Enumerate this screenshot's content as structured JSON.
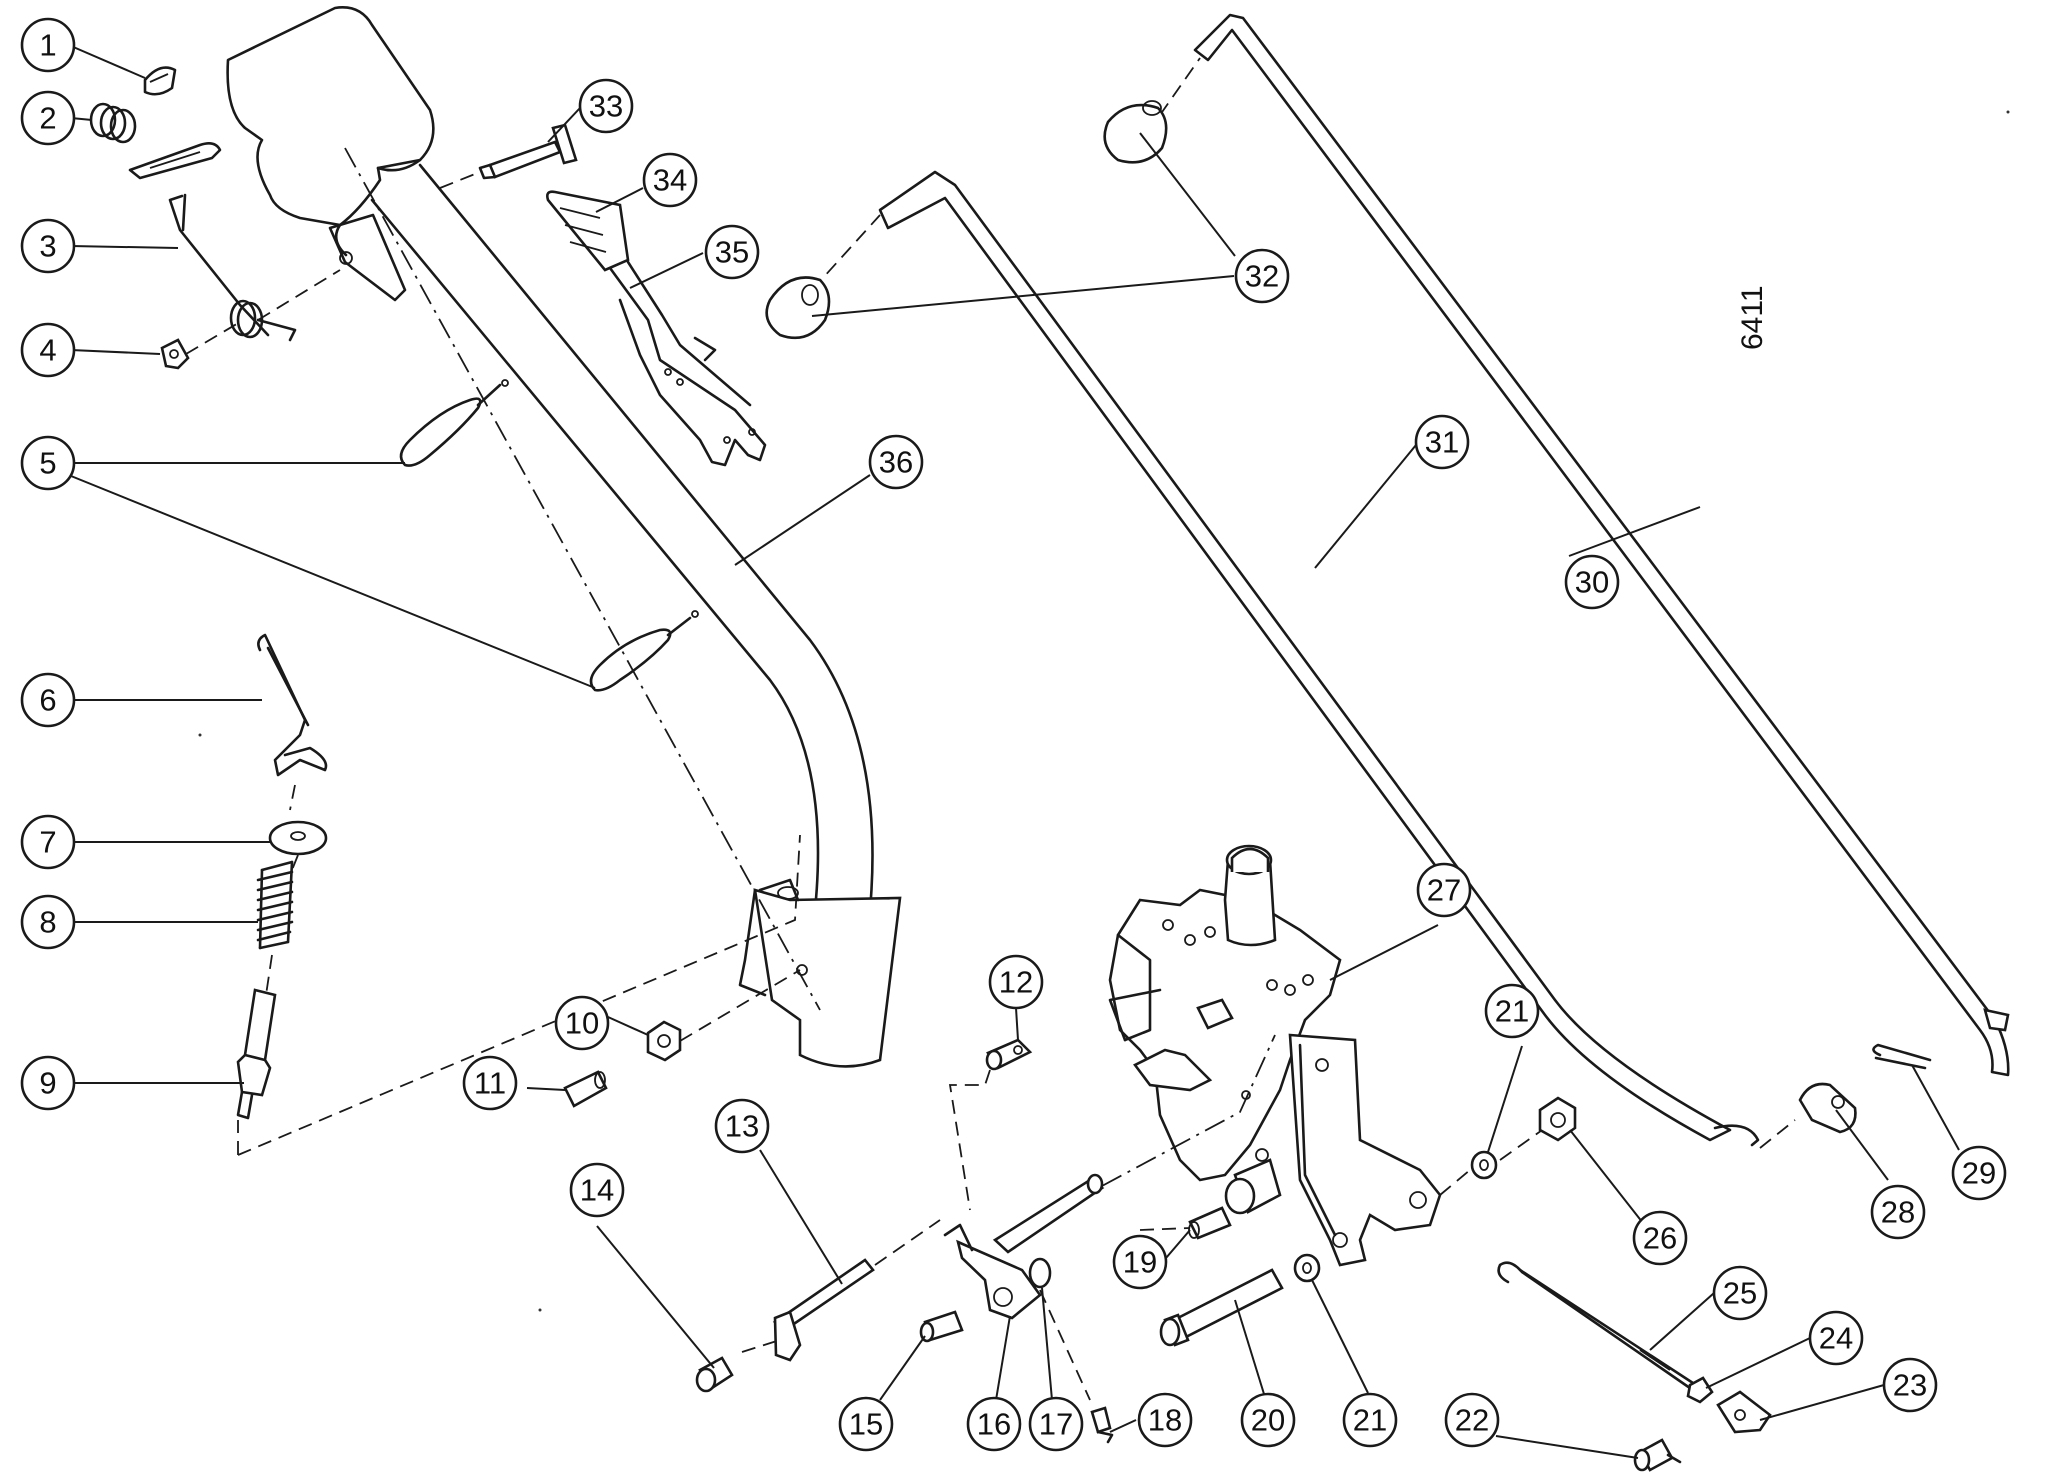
{
  "drawing_number": "6411",
  "callouts": [
    "1",
    "2",
    "3",
    "4",
    "5",
    "6",
    "7",
    "8",
    "9",
    "10",
    "11",
    "12",
    "13",
    "14",
    "15",
    "16",
    "17",
    "18",
    "19",
    "20",
    "21",
    "22",
    "23",
    "24",
    "25",
    "26",
    "27",
    "28",
    "29",
    "30",
    "31",
    "32",
    "33",
    "34",
    "35",
    "36"
  ]
}
